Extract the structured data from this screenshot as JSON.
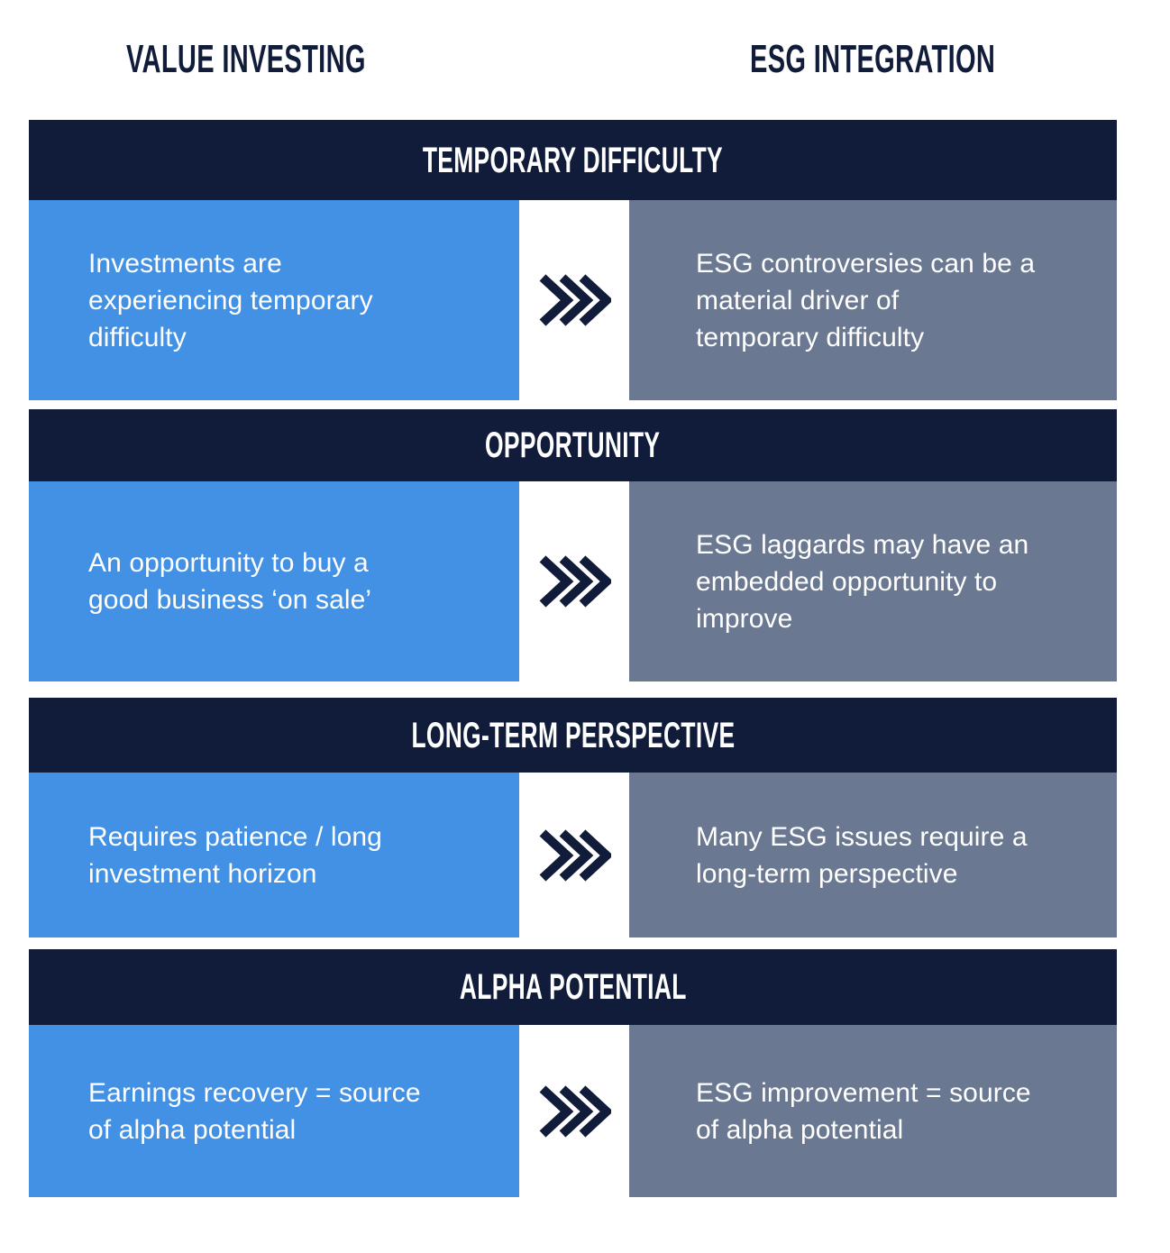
{
  "columns": {
    "left_title": "VALUE INVESTING",
    "right_title": "ESG INTEGRATION"
  },
  "colors": {
    "navy": "#111c3a",
    "blue": "#4391e5",
    "gray": "#6b7892",
    "text_on_panel": "#ffffff",
    "page_background": "#ffffff"
  },
  "arrow_icon": "triple-chevron-right-icon",
  "sections": [
    {
      "header": "TEMPORARY DIFFICULTY",
      "left": "Investments are\nexperiencing temporary\ndifficulty",
      "right": "ESG controversies can be a\nmaterial driver of\ntemporary difficulty"
    },
    {
      "header": "OPPORTUNITY",
      "left": "An opportunity to buy a\ngood business ‘on sale’",
      "right": "ESG laggards may have an\nembedded opportunity to\nimprove"
    },
    {
      "header": "LONG-TERM PERSPECTIVE",
      "left": "Requires patience / long\ninvestment horizon",
      "right": "Many ESG issues require a\nlong-term perspective"
    },
    {
      "header": "ALPHA POTENTIAL",
      "left": "Earnings recovery = source\nof alpha potential",
      "right": "ESG improvement = source\nof alpha potential"
    }
  ]
}
